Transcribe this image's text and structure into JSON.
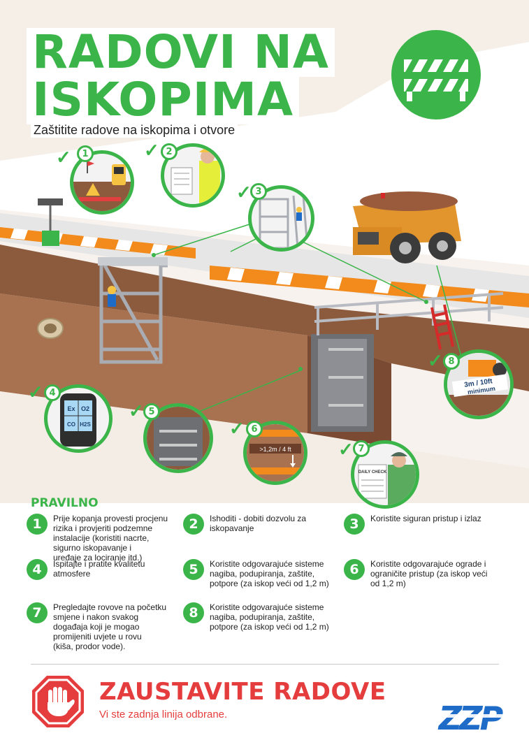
{
  "title": {
    "line1": "RADOVI NA",
    "line2": "ISKOPIMA"
  },
  "subtitle": "Zaštitite radove na iskopima i otvore",
  "badges": [
    {
      "num": "1",
      "check": "✓"
    },
    {
      "num": "2",
      "check": "✓"
    },
    {
      "num": "3",
      "check": "✓"
    },
    {
      "num": "4",
      "check": "✓"
    },
    {
      "num": "5",
      "check": "✓"
    },
    {
      "num": "6",
      "check": "✓"
    },
    {
      "num": "7",
      "check": "✓"
    },
    {
      "num": "8",
      "check": "✓"
    }
  ],
  "gas_meter": {
    "ex": "Ex",
    "o2": "O2",
    "co": "CO",
    "h2s": "H2S"
  },
  "distance_label": {
    "line1": "3m / 10ft",
    "line2": "minimum"
  },
  "depth_label": ">1,2m / 4 ft",
  "checklist_label": "DAILY CHECK",
  "rules_heading": "PRAVILNO",
  "rules": [
    {
      "num": "1",
      "text": "Prije kopanja provesti procjenu\nrizika i provjeriti podzemne\ninstalacije (koristiti nacrte,\nsigurno iskopavanje i\nuređaje za lociranje itd.)"
    },
    {
      "num": "2",
      "text": "Ishoditi - dobiti dozvolu za\niskopavanje"
    },
    {
      "num": "3",
      "text": "Koristite siguran pristup i izlaz"
    },
    {
      "num": "4",
      "text": "Ispitajte i pratite kvalitetu\natmosfere"
    },
    {
      "num": "5",
      "text": "Koristite odgovarajuće sisteme\nnagiba, podupiranja, zaštite,\npotpore  (za iskop veći od 1,2 m)"
    },
    {
      "num": "6",
      "text": "Koristite odgovarajuće ograde i\nograničite pristup (za iskop veći\nod 1,2 m)"
    },
    {
      "num": "7",
      "text": "Pregledajte rovove na početku\nsmjene i nakon svakog\ndogađaja koji je mogao\npromijeniti uvjete u rovu\n(kiša, prodor vode)."
    },
    {
      "num": "8",
      "text": "Koristite odgovarajuće sisteme\nnagiba, podupiranja, zaštite,\npotpore  (za iskop veći od 1,2 m)"
    }
  ],
  "stop": {
    "title": "ZAUSTAVITE RADOVE",
    "subtitle": "Vi ste zadnja linija odbrane."
  },
  "logo": "ZZP",
  "colors": {
    "green": "#3bb54a",
    "red": "#e53d3d",
    "orange": "#f28a1c",
    "navy": "#1d3f6e"
  }
}
